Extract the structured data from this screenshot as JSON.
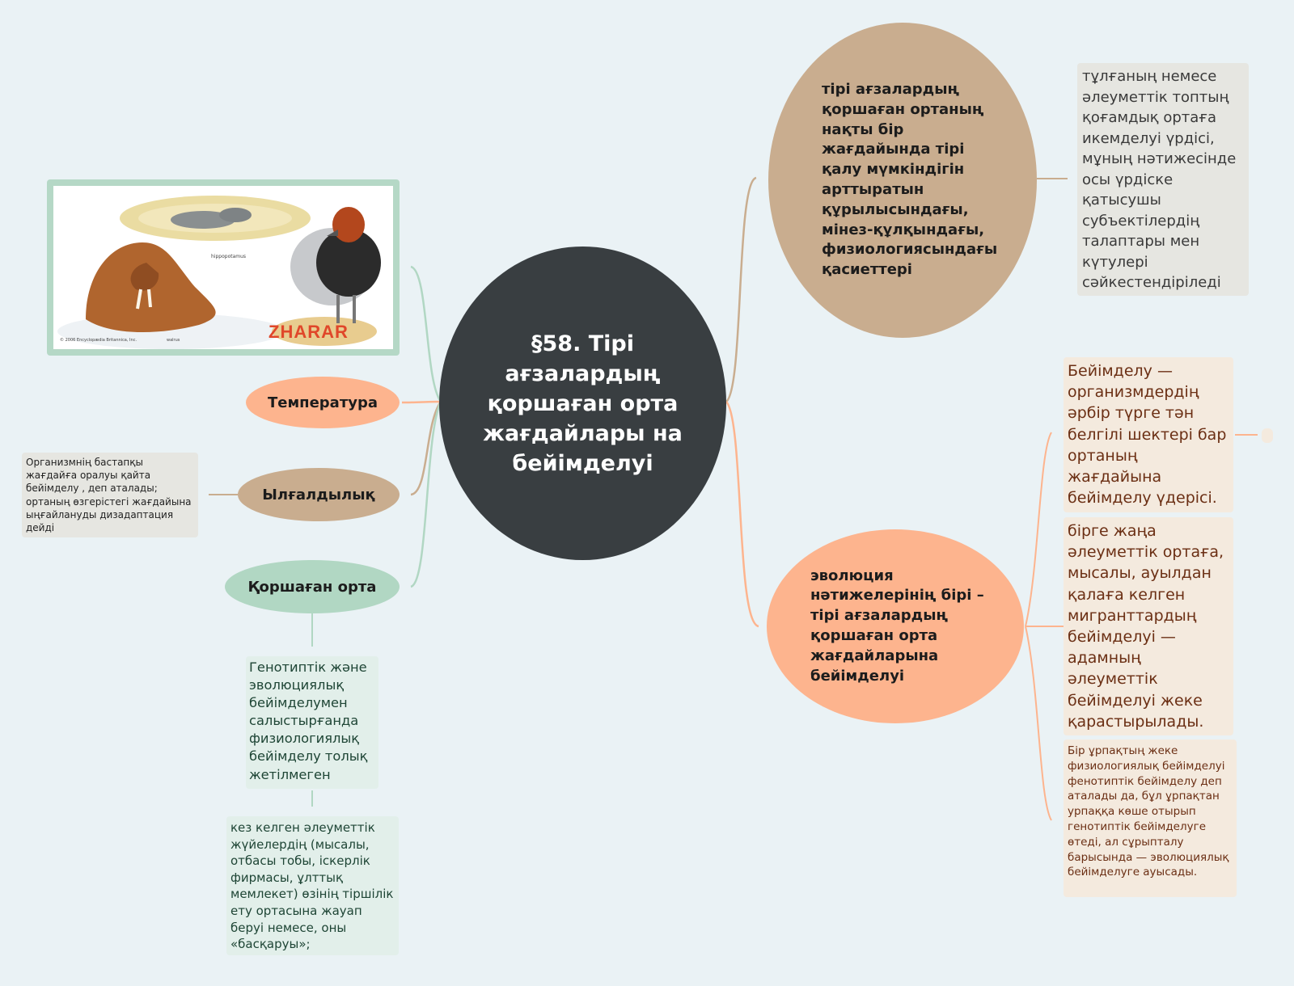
{
  "central": {
    "title": "§58. Тірі ағзалардың қоршаған орта жағдайлары на бейімделуі"
  },
  "image": {
    "caption": "hippopotamus",
    "credit": "© 2006 Encyclopædia Britannica, Inc.",
    "walrus_label": "walrus",
    "logo": "ZHARAR"
  },
  "left_nodes": {
    "temperature": "Температура",
    "humidity": "Ылғалдылық",
    "environment": "Қоршаған орта"
  },
  "notes": {
    "humidity_note": " Организмнің бастапқы жағдайға оралуы қайта бейімделу , деп аталады; ортаның өзгерістегі жағдайына ыңғайлануды дизадаптация дейді",
    "environment_note_1": "Генотиптік және эволюциялық бейімделумен салыстырғанда физиологиялық бейімделу толық жетілмеген",
    "environment_note_2": "кез келген әлеуметтік жүйелердің (мысалы, отбасы тобы, іскерлік фирмасы, ұлттық мемлекет) өзінің тіршілік ету ортасына жауап беруі немесе, оны «басқаруы»;",
    "top_right_node": "тірі ағзалардың қоршаған ортаның нақты бір жағдайында тірі қалу мүмкіндігін арттыратын құрылысындағы, мінез-құлқындағы, физиологиясындағы қасиеттері",
    "top_right_note": "тұлғаның немесе әлеуметтік топтың қоғамдық ортаға икемделуі үрдісі, мұның нәтижесінде осы үрдіске қатысушы субъектілердің талаптары мен күтулері сәйкестендіріледі",
    "evolution_node": "эволюция нәтижелерінің бірі – тірі ағзалардың қоршаған орта жағдайларына бейімделуі",
    "right_note_1": "Бейімделу — организмдердің әрбір түрге тән белгілі шектері бар ортаның жағдайына бейімделу үдерісі.",
    "right_note_2": "бірге жаңа әлеуметтік ортаға, мысалы, ауылдан қалаға келген мигранттардың бейімделуі — адамның әлеуметтік бейімделуі жеке қарастырылады.",
    "right_note_3": "Бір ұрпақтың жеке физиологиялық бейімделуі фенотиптік бейімделу деп аталады да, бұл ұрпақтан урпаққа көше отырып генотиптік бейімделуге өтеді, ал сұрыпталу барысында — эволюциялық бейімделуге ауысады."
  },
  "colors": {
    "background": "#eaf2f5",
    "central": "#393e41",
    "tan": "#c9ad8f",
    "peach": "#fdb48e",
    "mint": "#b1d7c3",
    "note_grey": "#e6e6e1",
    "note_mint": "#e2efea",
    "note_cream": "#f4eade",
    "text_brown": "#6b2f14"
  }
}
